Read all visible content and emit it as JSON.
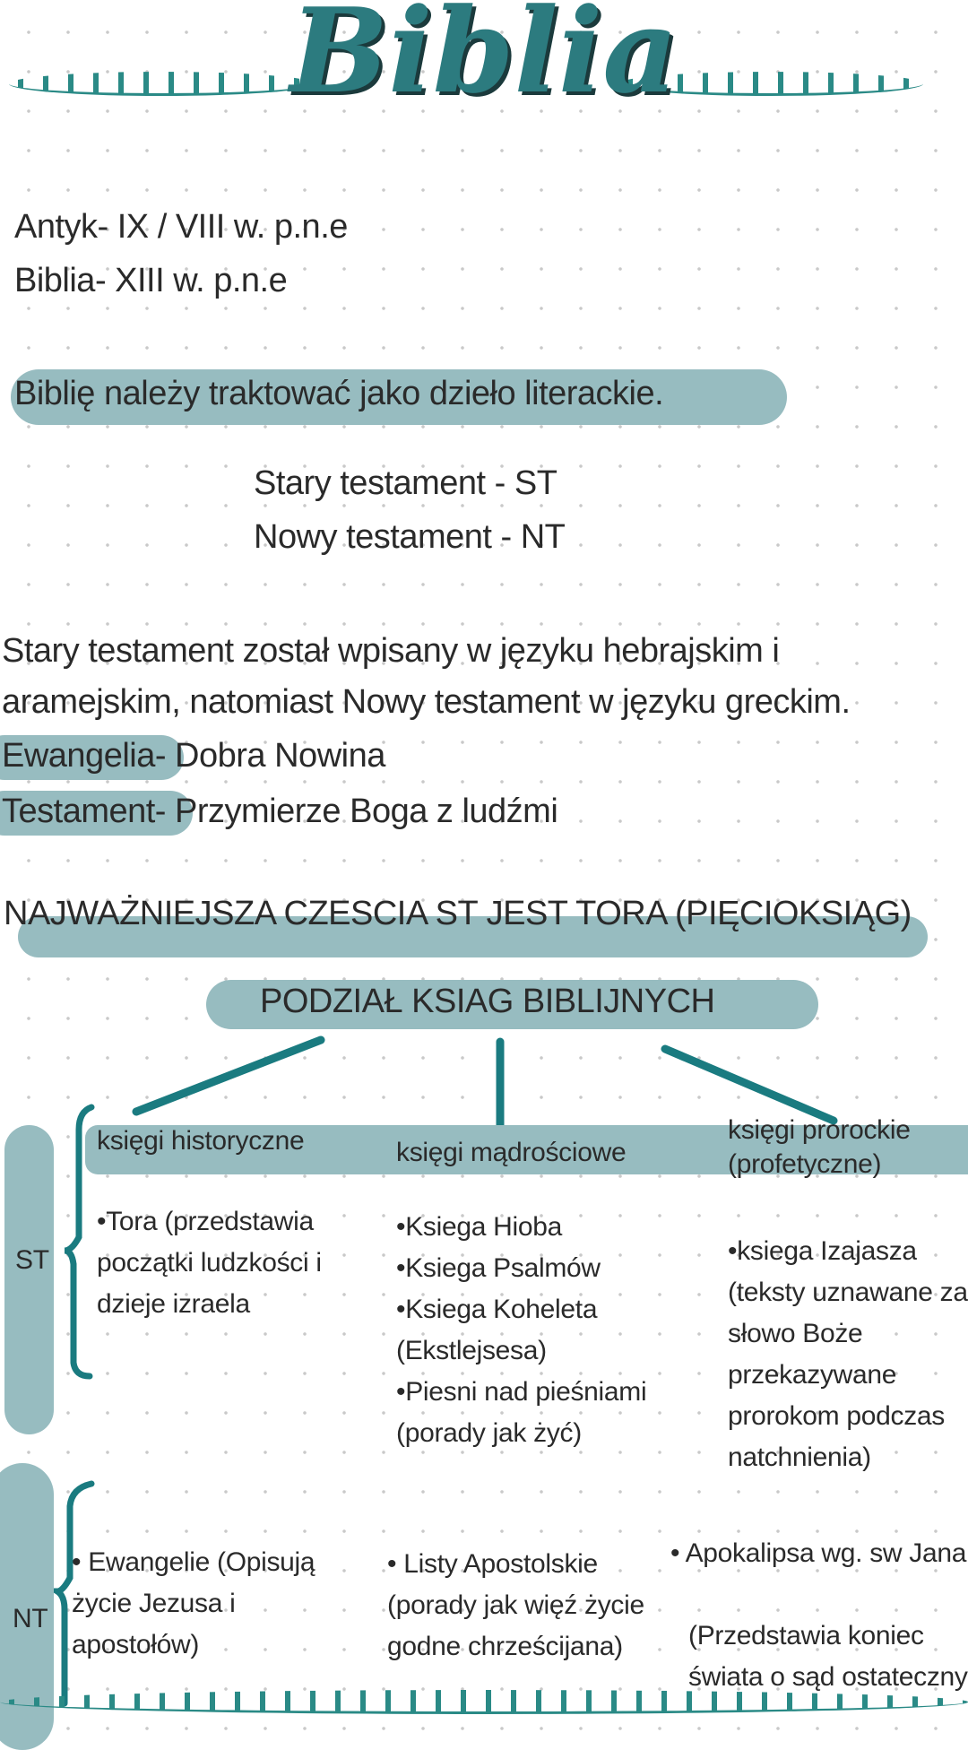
{
  "title": "Biblia",
  "dates": [
    "Antyk- IX / VIII w. p.n.e",
    "Biblia- XIII w. p.n.e"
  ],
  "highlight": "Biblię należy traktować jako dzieło literackie.",
  "abbrev": [
    "Stary testament - ST",
    "Nowy testament - NT"
  ],
  "paragraph": [
    "Stary testament został wpisany w języku hebrajskim i",
    "aramejskim, natomiast Nowy testament w języku greckim."
  ],
  "definitions": [
    {
      "term": "Ewangelia-",
      "def": " Dobra Nowina"
    },
    {
      "term": "Testament-",
      "def": " Przymierze Boga z ludźmi"
    }
  ],
  "tora_heading": "NAJWAŻNIEJSZA CZESCIA ST JEST TORA (PIĘCIOKSIĄG)",
  "division_heading": "PODZIAŁ KSIAG BIBLIJNYCH",
  "columns": [
    "księgi historyczne",
    "księgi mądrościowe",
    "księgi prorockie",
    "(profetyczne)"
  ],
  "st_label": "ST",
  "nt_label": "NT",
  "st_items": {
    "historical": [
      "•Tora (przedstawia",
      "początki ludzkości i",
      "dzieje izraela"
    ],
    "wisdom": [
      "•Ksiega Hioba",
      "•Ksiega Psalmów",
      "•Ksiega Koheleta",
      "(Ekstlejsesa)",
      "•Piesni nad pieśniami",
      "(porady jak żyć)"
    ],
    "prophetic": [
      "•ksiega Izajasza",
      "(teksty uznawane za",
      "słowo Boże",
      "przekazywane",
      "prorokom podczas",
      "natchnienia)"
    ]
  },
  "nt_items": {
    "historical": [
      "• Ewangelie (Opisują",
      "życie Jezusa i",
      "apostołów)"
    ],
    "wisdom": [
      "• Listy Apostolskie",
      "(porady jak więź życie",
      "godne chrześcijana)"
    ],
    "prophetic": [
      "• Apokalipsa wg. sw Jana",
      "",
      "(Przedstawia koniec",
      "świata o sąd ostateczny"
    ]
  },
  "colors": {
    "accent": "#1a7b80",
    "highlight": "#97bcc0",
    "title": "#2c7b7f"
  }
}
